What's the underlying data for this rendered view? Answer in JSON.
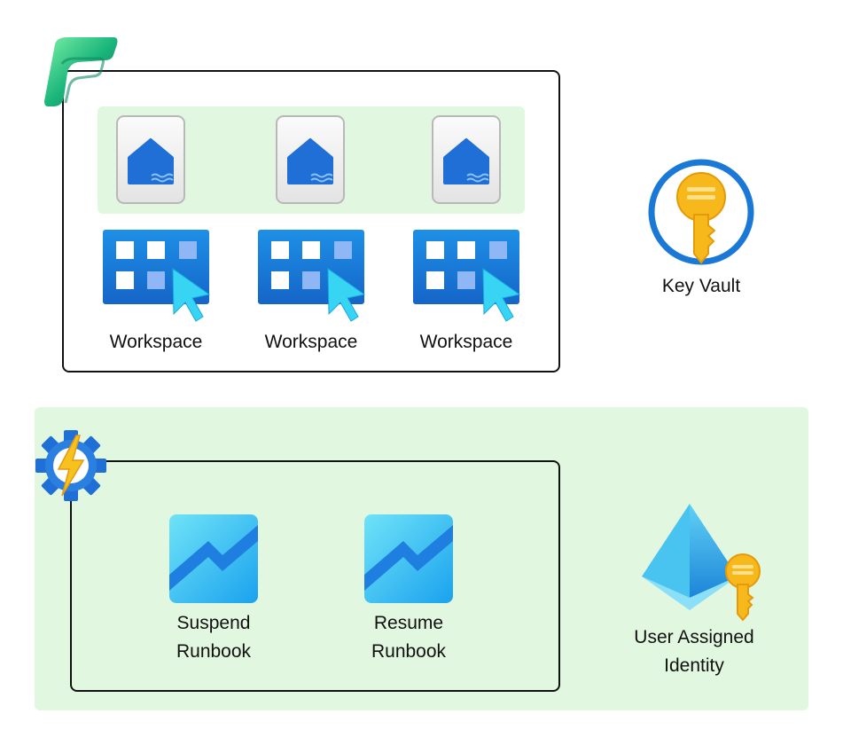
{
  "fabric": {
    "workspaces": [
      {
        "label": "Workspace"
      },
      {
        "label": "Workspace"
      },
      {
        "label": "Workspace"
      }
    ]
  },
  "key_vault": {
    "label": "Key Vault"
  },
  "automation": {
    "runbooks": [
      {
        "label": "Suspend\nRunbook"
      },
      {
        "label": "Resume\nRunbook"
      }
    ]
  },
  "identity": {
    "label": "User Assigned\nIdentity"
  },
  "colors": {
    "green_panel": "#e2f7e0",
    "frame_border": "#111111",
    "azure_blue": "#1f6fd6",
    "key_gold": "#f6b81a"
  }
}
